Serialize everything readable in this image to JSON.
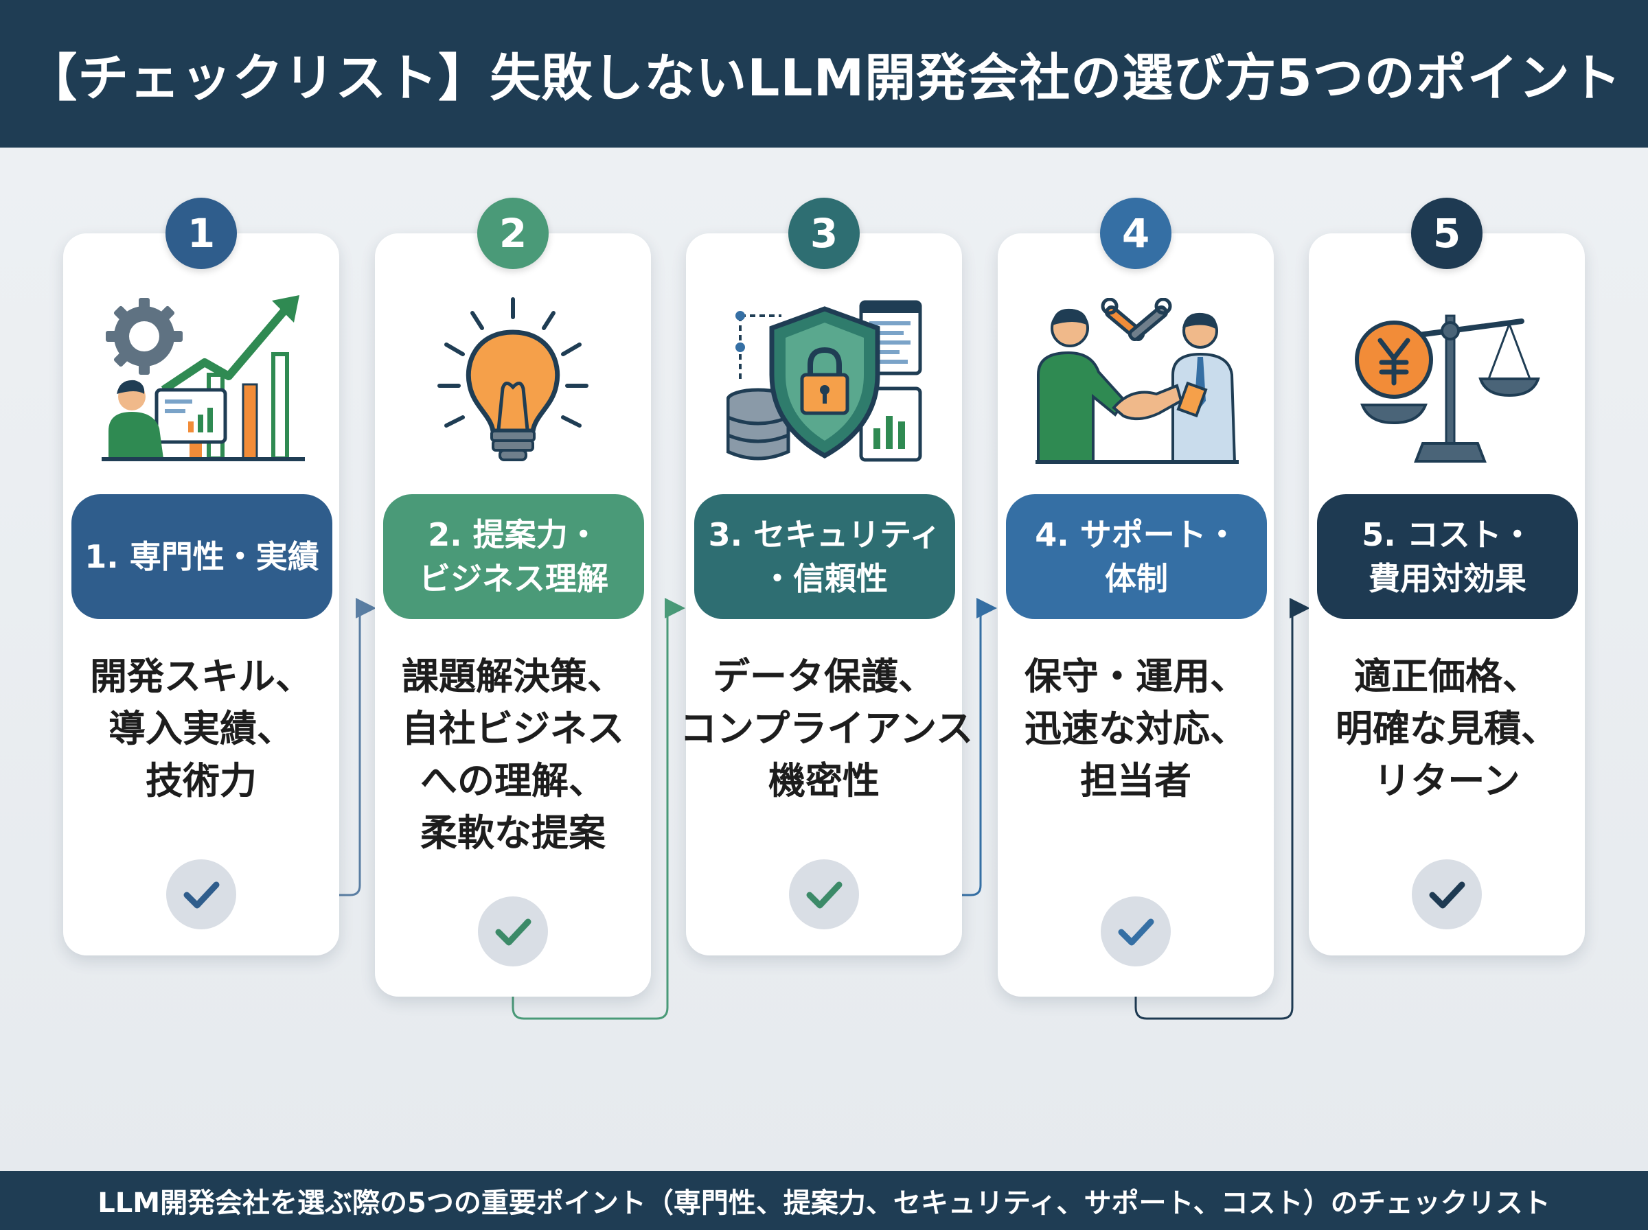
{
  "header": {
    "title": "【チェックリスト】失敗しないLLM開発会社の選び方5つのポイント"
  },
  "points": [
    {
      "number": "1",
      "title_lines": [
        "1. 専門性・実績"
      ],
      "desc_lines": [
        "開発スキル、",
        "導入実績、",
        "技術力"
      ],
      "color": "#2f5d8c",
      "icon": "gear-growth-chart-icon"
    },
    {
      "number": "2",
      "title_lines": [
        "2. 提案力・",
        "ビジネス理解"
      ],
      "desc_lines": [
        "課題解決策、",
        "自社ビジネス",
        "への理解、",
        "柔軟な提案"
      ],
      "color": "#4a9a78",
      "icon": "lightbulb-icon"
    },
    {
      "number": "3",
      "title_lines": [
        "3. セキュリティ",
        "・信頼性"
      ],
      "desc_lines": [
        "データ保護、",
        "コンプライアンス",
        "機密性"
      ],
      "color": "#2e6e72",
      "icon": "security-shield-lock-icon"
    },
    {
      "number": "4",
      "title_lines": [
        "4. サポート・",
        "体制"
      ],
      "desc_lines": [
        "保守・運用、",
        "迅速な対応、",
        "担当者"
      ],
      "color": "#356fa4",
      "icon": "handshake-tools-icon"
    },
    {
      "number": "5",
      "title_lines": [
        "5. コスト・",
        "費用対効果"
      ],
      "desc_lines": [
        "適正価格、",
        "明確な見積、",
        "リターン"
      ],
      "color": "#1e3a52",
      "icon": "yen-balance-scale-icon"
    }
  ],
  "footer": {
    "caption": "LLM開発会社を選ぶ際の5つの重要ポイント（専門性、提案力、セキュリティ、サポート、コスト）のチェックリスト"
  }
}
